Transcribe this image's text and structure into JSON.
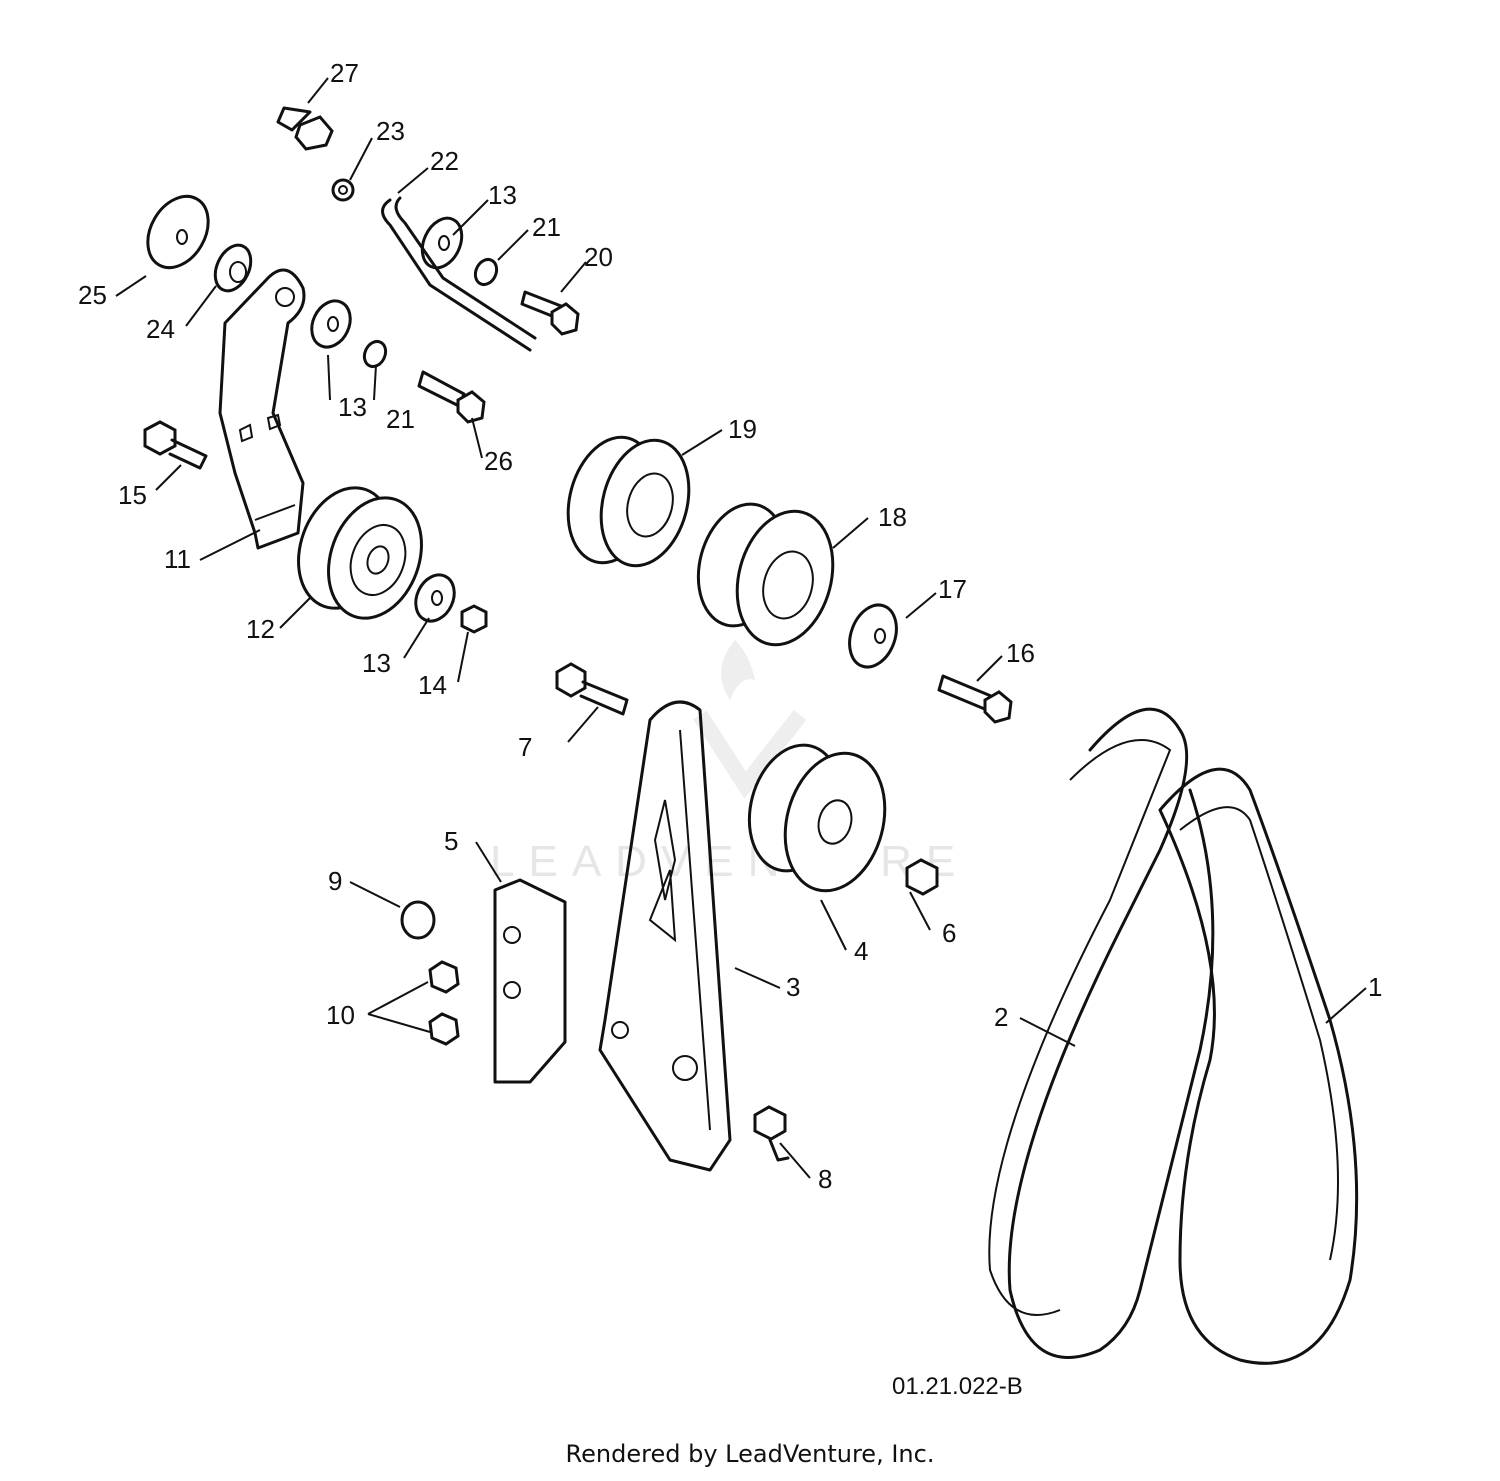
{
  "callouts": [
    {
      "id": "c1",
      "text": "1"
    },
    {
      "id": "c2",
      "text": "2"
    },
    {
      "id": "c3",
      "text": "3"
    },
    {
      "id": "c4",
      "text": "4"
    },
    {
      "id": "c5",
      "text": "5"
    },
    {
      "id": "c6",
      "text": "6"
    },
    {
      "id": "c7",
      "text": "7"
    },
    {
      "id": "c8",
      "text": "8"
    },
    {
      "id": "c9",
      "text": "9"
    },
    {
      "id": "c10",
      "text": "10"
    },
    {
      "id": "c11",
      "text": "11"
    },
    {
      "id": "c12",
      "text": "12"
    },
    {
      "id": "c13a",
      "text": "13"
    },
    {
      "id": "c13b",
      "text": "13"
    },
    {
      "id": "c13c",
      "text": "13"
    },
    {
      "id": "c14",
      "text": "14"
    },
    {
      "id": "c15",
      "text": "15"
    },
    {
      "id": "c16",
      "text": "16"
    },
    {
      "id": "c17",
      "text": "17"
    },
    {
      "id": "c18",
      "text": "18"
    },
    {
      "id": "c19",
      "text": "19"
    },
    {
      "id": "c20",
      "text": "20"
    },
    {
      "id": "c21a",
      "text": "21"
    },
    {
      "id": "c21b",
      "text": "21"
    },
    {
      "id": "c22",
      "text": "22"
    },
    {
      "id": "c23",
      "text": "23"
    },
    {
      "id": "c24",
      "text": "24"
    },
    {
      "id": "c25",
      "text": "25"
    },
    {
      "id": "c26",
      "text": "26"
    },
    {
      "id": "c27",
      "text": "27"
    }
  ],
  "diagram_code": "01.21.022-B",
  "watermark": "LEADVENTURE",
  "footer": "Rendered by LeadVenture, Inc."
}
